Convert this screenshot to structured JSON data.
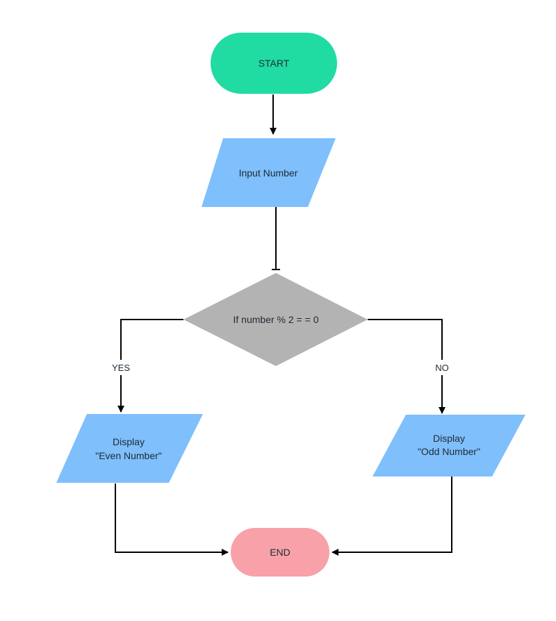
{
  "colors": {
    "terminal_start": "#20dba2",
    "io": "#7fbffb",
    "decision": "#b3b3b3",
    "terminal_end": "#f8a1a8",
    "line": "#000000"
  },
  "nodes": {
    "start": {
      "label": "START"
    },
    "input": {
      "label": "Input Number"
    },
    "decision": {
      "label": "If number % 2 = = 0"
    },
    "even": {
      "line1": "Display",
      "line2": "\"Even Number\""
    },
    "odd": {
      "line1": "Display",
      "line2": "\"Odd Number\""
    },
    "end": {
      "label": "END"
    }
  },
  "edges": {
    "yes_label": "YES",
    "no_label": "NO"
  }
}
